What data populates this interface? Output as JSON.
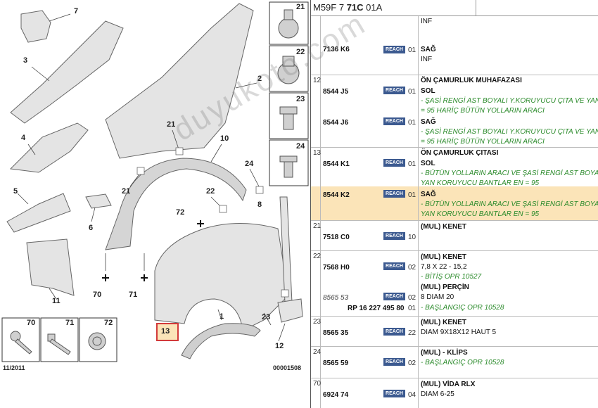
{
  "header": {
    "code_pre": "M59F 7 ",
    "code_bold": "71C",
    "code_post": " 01A"
  },
  "diagram": {
    "callouts": [
      "7",
      "3",
      "2",
      "4",
      "21",
      "10",
      "24",
      "21",
      "22",
      "5",
      "6",
      "72",
      "70",
      "71",
      "1",
      "23",
      "12",
      "13"
    ],
    "inset_numbers": [
      "21",
      "22",
      "23",
      "24"
    ],
    "bottom_numbers": [
      "70",
      "71",
      "72"
    ],
    "date": "11/2011",
    "doc_number": "00001508",
    "highlight_color": "#d23a3a"
  },
  "parts": {
    "g0": {
      "inf1": "INF",
      "ref": "7136 K6",
      "reach": "REACH",
      "qty": "01",
      "side": "SAĞ",
      "inf2": "INF"
    },
    "g12": {
      "num": "12",
      "title": "ÖN ÇAMURLUK MUHAFAZASI",
      "r1": {
        "ref": "8544 J5",
        "reach": "REACH",
        "qty": "01",
        "side": "SOL",
        "n1": "- ŞASİ RENGİ AST BOYALI Y.KORUYUCU ÇITA VE YAN",
        "n2": "= 95 HARİÇ BÜTÜN YOLLARIN ARACI"
      },
      "r2": {
        "ref": "8544 J6",
        "reach": "REACH",
        "qty": "01",
        "side": "SAĞ",
        "n1": "- ŞASİ RENGİ AST BOYALI Y.KORUYUCU ÇITA VE YAN",
        "n2": "= 95 HARİÇ BÜTÜN YOLLARIN ARACI"
      }
    },
    "g13": {
      "num": "13",
      "title": "ÖN ÇAMURLUK ÇITASI",
      "r1": {
        "ref": "8544 K1",
        "reach": "REACH",
        "qty": "01",
        "side": "SOL",
        "n1": "- BÜTÜN YOLLARIN ARACI VE ŞASİ RENGİ AST BOYA",
        "n2": "YAN KORUYUCU BANTLAR EN = 95"
      },
      "r2": {
        "ref": "8544 K2",
        "reach": "REACH",
        "qty": "01",
        "side": "SAĞ",
        "n1": "- BÜTÜN YOLLARIN ARACI VE ŞASİ RENGİ AST BOYA",
        "n2": "YAN KORUYUCU BANTLAR EN = 95"
      }
    },
    "g21": {
      "num": "21",
      "ref": "7518 C0",
      "reach": "REACH",
      "qty": "10",
      "title": "(MUL) KENET"
    },
    "g22": {
      "num": "22",
      "r1": {
        "ref": "7568 H0",
        "reach": "REACH",
        "qty": "02",
        "title": "(MUL) KENET",
        "spec": "7,8 X 22 - 15,2",
        "note": "- BİTİŞ OPR 10527"
      },
      "r2": {
        "ref": "8565 53",
        "reach": "REACH",
        "qty": "02",
        "title": "(MUL) PERÇİN",
        "spec": "8 DIAM 20"
      },
      "r3": {
        "ref": "RP 16 227 495 80",
        "qty": "01",
        "note": "- BAŞLANGIÇ OPR 10528"
      }
    },
    "g23": {
      "num": "23",
      "ref": "8565 35",
      "reach": "REACH",
      "qty": "22",
      "title": "(MUL) KENET",
      "spec": "DIAM 9X18X12 HAUT 5"
    },
    "g24": {
      "num": "24",
      "ref": "8565 59",
      "reach": "REACH",
      "qty": "02",
      "title": "(MUL) - KLİPS",
      "note": "- BAŞLANGIÇ OPR 10528"
    },
    "g70": {
      "num": "70",
      "ref": "6924 74",
      "reach": "REACH",
      "qty": "04",
      "title": "(MUL) VİDA RLX",
      "spec": "DIAM 6-25"
    }
  },
  "watermark": "duyukoto.com",
  "colors": {
    "reach_badge": "#3c5a90",
    "note_green": "#2a8a2a",
    "row_highlight": "#fbe4b8"
  }
}
